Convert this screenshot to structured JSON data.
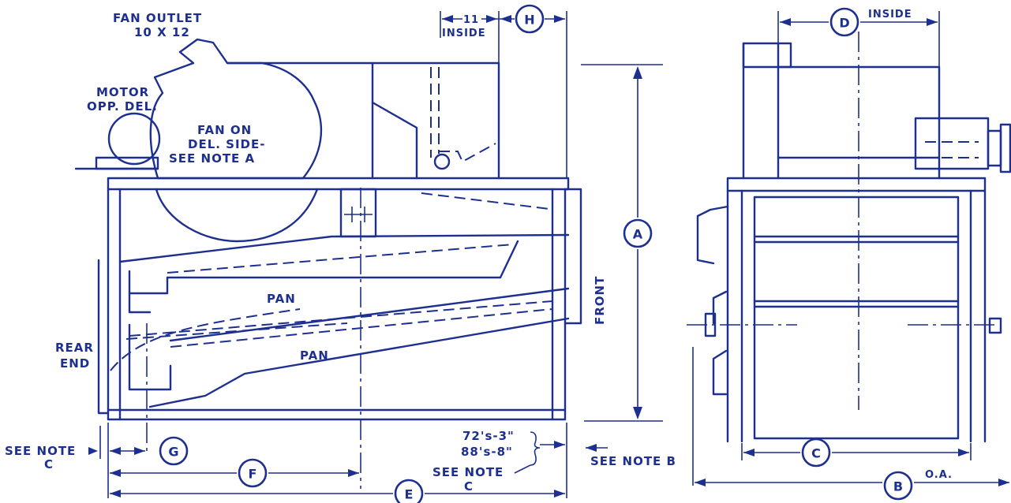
{
  "labels": {
    "fan_outlet_1": "FAN OUTLET",
    "fan_outlet_2": "10 X 12",
    "motor_1": "MOTOR",
    "motor_2": "OPP. DEL.",
    "fan_note_1": "FAN ON",
    "fan_note_2": "DEL. SIDE-",
    "fan_note_3": "SEE NOTE A",
    "inside_top": "INSIDE",
    "dim_11": "11",
    "inside_right": "INSIDE",
    "pan_upper": "PAN",
    "pan_lower": "PAN",
    "rear_1": "REAR",
    "rear_2": "END",
    "front": "FRONT",
    "see_note_c_left_1": "SEE NOTE",
    "see_note_c_left_2": "C",
    "size_72": "72's-3\"",
    "size_88": "88's-8\"",
    "see_note_c_mid_1": "SEE NOTE",
    "see_note_c_mid_2": "C",
    "see_note_b": "SEE NOTE B",
    "oa": "O.A."
  },
  "callouts": {
    "A": "A",
    "B": "B",
    "C": "C",
    "D": "D",
    "E": "E",
    "F": "F",
    "G": "G",
    "H": "H"
  }
}
